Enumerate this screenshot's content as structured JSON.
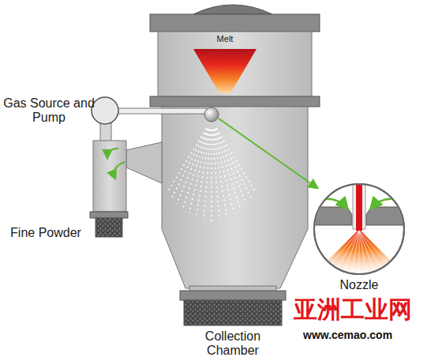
{
  "diagram": {
    "nodes": [
      {
        "text": [
          "Melt"
        ]
      },
      {
        "text": [
          "Gas Source and Pump"
        ]
      },
      {
        "text": [
          "Fine Powder"
        ]
      },
      {
        "text": [
          "Collection Chamber"
        ]
      },
      {
        "text": [
          "Nozzle"
        ]
      }
    ],
    "labels": [
      "亚洲工业网",
      "www.cemao.com"
    ]
  }
}
